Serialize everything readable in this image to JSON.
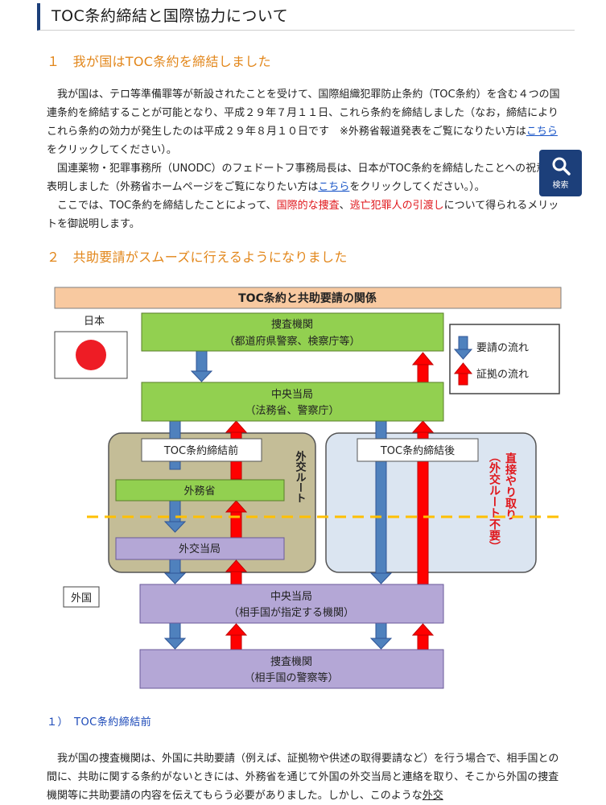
{
  "page": {
    "title": "TOC条約締結と国際協力について"
  },
  "search": {
    "label": "検索",
    "icon": "search-icon"
  },
  "section1": {
    "heading": "１　我が国はTOC条約を締結しました",
    "p1_a": "　我が国は、テロ等準備罪等が新設されたことを受けて、国際組織犯罪防止条約（TOC条約）を含む４つの国連条約を締結することが可能となり、平成２９年７月１１日、これら条約を締結しました（なお，締結によりこれら条約の効力が発生したのは平成２９年８月１０日です　※外務省報道発表をご覧になりたい方は",
    "p1_link": "こちら",
    "p1_b": "をクリックしてください）。",
    "p2_a": "　国連薬物・犯罪事務所（UNODC）のフェドートフ事務局長は、日本がTOC条約を締結したことへの祝意を表明しました（外務省ホームページをご覧になりたい方は",
    "p2_link": "こちら",
    "p2_b": "をクリックしてください。）。",
    "p3_a": "　ここでは、TOC条約を締結したことによって、",
    "p3_red1": "国際的な捜査",
    "p3_sep": "、",
    "p3_red2": "逃亡犯罪人の引渡し",
    "p3_b": "について得られるメリットを御説明します。"
  },
  "section2": {
    "heading": "２　共助要請がスムーズに行えるようになりました",
    "sub_heading": "１）　TOC条約締結前",
    "p1_a": "　我が国の捜査機関は、外国に共助要請（例えば、証拠物や供述の取得要請など）を行う場合で、相手国との間に、共助に関する条約がないときには、外務省を通じて外国の外交当局と連絡を取り、そこから外国の捜査機関等に共助要請の内容を伝えてもらう必要がありました。しかし、このような",
    "p1_underline": "外交"
  },
  "diagram": {
    "title": "TOC条約と共助要請の関係",
    "japan_label": "日本",
    "foreign_label": "外国",
    "jp_investigation": [
      "捜査機関",
      "（都道府県警察、検察庁等）"
    ],
    "jp_central": [
      "中央当局",
      "（法務省、警察庁）"
    ],
    "before_label": "TOC条約締結前",
    "after_label": "TOC条約締結後",
    "mofa": "外務省",
    "foreign_diplomatic": "外交当局",
    "diplomatic_route": "外交ルート",
    "direct_exchange": "直接やり取り",
    "direct_note": "（外交ルート不要）",
    "foreign_central": [
      "中央当局",
      "（相手国が指定する機関）"
    ],
    "foreign_investigation": [
      "捜査機関",
      "（相手国の警察等）"
    ],
    "legend_request": "要請の流れ",
    "legend_evidence": "証拠の流れ",
    "colors": {
      "title_bg": "#f8c9a0",
      "green_box": "#92d050",
      "purple_box": "#b4a7d6",
      "before_panel": "#c4bd97",
      "after_panel": "#dbe5f1",
      "request_arrow": "#4f81bd",
      "evidence_arrow": "#ff0000",
      "border_line": "#ffc000",
      "flag_red": "#ee1c25"
    }
  }
}
